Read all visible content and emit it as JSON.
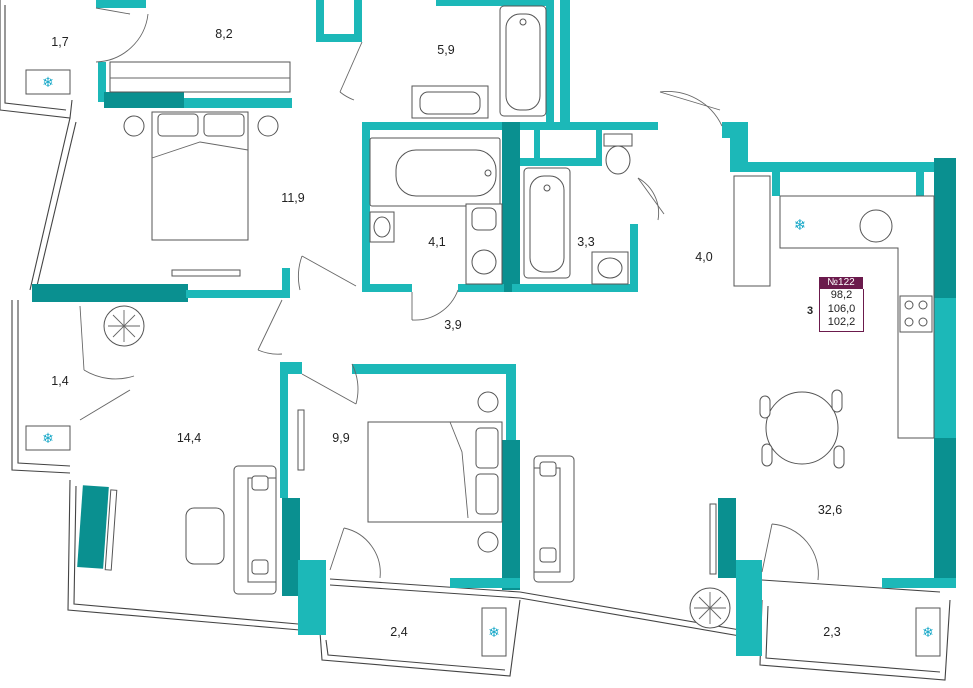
{
  "rooms": [
    {
      "id": "balcony-nw",
      "area": "1,7"
    },
    {
      "id": "wardrobe",
      "area": "8,2"
    },
    {
      "id": "bathroom-top",
      "area": "5,9"
    },
    {
      "id": "bedroom-nw",
      "area": "11,9"
    },
    {
      "id": "bathroom-mid",
      "area": "4,1"
    },
    {
      "id": "bathroom-right",
      "area": "3,3"
    },
    {
      "id": "hall-right",
      "area": "4,0"
    },
    {
      "id": "hall",
      "area": "3,9"
    },
    {
      "id": "balcony-w",
      "area": "1,4"
    },
    {
      "id": "living-room",
      "area": "14,4"
    },
    {
      "id": "bedroom-s",
      "area": "9,9"
    },
    {
      "id": "kitchen-living",
      "area": "32,6"
    },
    {
      "id": "balcony-s",
      "area": "2,4"
    },
    {
      "id": "balcony-se",
      "area": "2,3"
    }
  ],
  "info": {
    "number": "№122",
    "rooms_count": "3",
    "area_1": "98,2",
    "area_2": "106,0",
    "area_3": "102,2"
  },
  "colors": {
    "wall": "#1cb8b8",
    "wall_dark": "#0a9090",
    "badge": "#6b1a4c",
    "ac_icon": "#17a8c8"
  },
  "icons": [
    "snowflake-icon",
    "plant-icon",
    "bed-icon",
    "bathtub-icon",
    "sink-icon",
    "toilet-icon",
    "stove-icon",
    "radiator-icon"
  ]
}
